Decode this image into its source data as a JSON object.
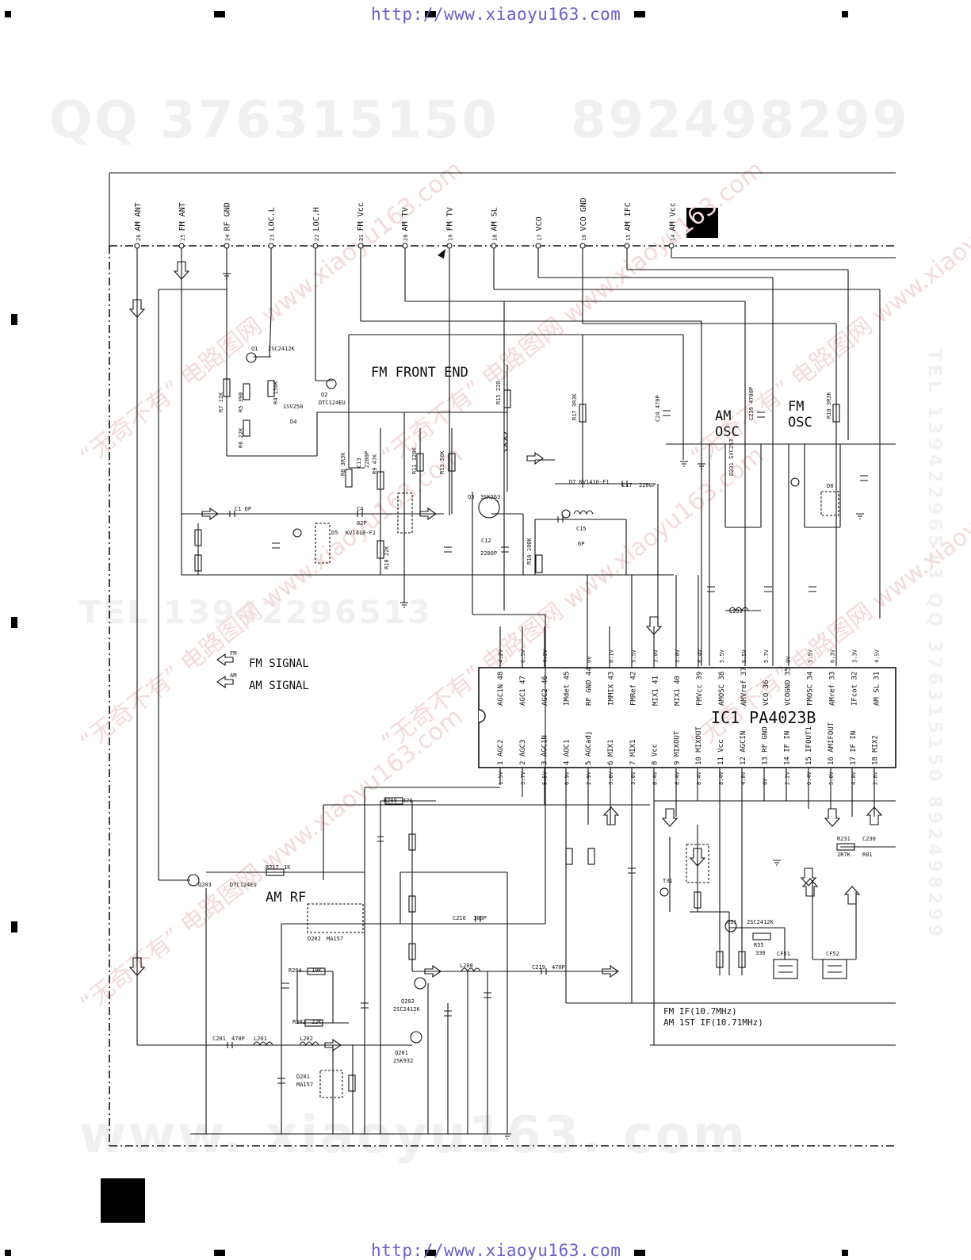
{
  "header_url": "http://www.xiaoyu163.com",
  "footer_url": "http://www.xiaoyu163.com",
  "watermarks": {
    "qq_left": "QQ 376315150",
    "qq_right": "892498299",
    "bottom": "www. xiaoyu163. com",
    "tel_mid": "TEL 13942296513",
    "side_right": "TEL 13942296513  QQ 376315150  892498299",
    "diag": "“无奇不有” 电路图网  www.xiaoyu163.com"
  },
  "connector_pins": [
    {
      "n": "26",
      "name": "AM ANT"
    },
    {
      "n": "25",
      "name": "FM ANT"
    },
    {
      "n": "24",
      "name": "RF GND"
    },
    {
      "n": "23",
      "name": "LOC.L"
    },
    {
      "n": "22",
      "name": "LOC.H"
    },
    {
      "n": "21",
      "name": "FM Vcc"
    },
    {
      "n": "20",
      "name": "AM TV"
    },
    {
      "n": "19",
      "name": "FM TV"
    },
    {
      "n": "18",
      "name": "AM SL"
    },
    {
      "n": "17",
      "name": "VCO"
    },
    {
      "n": "16",
      "name": "VCO GND"
    },
    {
      "n": "15",
      "name": "AM IFC"
    },
    {
      "n": "14",
      "name": "AM Vcc"
    }
  ],
  "blocks": {
    "fm_front_end": "FM FRONT END",
    "am_osc_1": "AM",
    "am_osc_2": "OSC",
    "fm_osc_1": "FM",
    "fm_osc_2": "OSC",
    "am_rf": "AM RF",
    "ic_label": "IC1 PA4023B"
  },
  "legend": {
    "fm_signal": "FM SIGNAL",
    "am_signal": "AM SIGNAL",
    "fm_tag": "FM",
    "am_tag": "AM"
  },
  "if_note": {
    "line1": "FM IF(10.7MHz)",
    "line2": "AM 1ST IF(10.71MHz)"
  },
  "ic_top_pins": [
    {
      "v": "4.2V",
      "n": "48",
      "name": "AGC1N"
    },
    {
      "v": "6.5V",
      "n": "47",
      "name": "AGC1"
    },
    {
      "v": "4.9V",
      "n": "46",
      "name": "AGC2"
    },
    {
      "v": "",
      "n": "45",
      "name": "IMdet"
    },
    {
      "v": "0V",
      "n": "44",
      "name": "RF GND"
    },
    {
      "v": "8.1V",
      "n": "43",
      "name": "IMMIX"
    },
    {
      "v": "5.5V",
      "n": "42",
      "name": "FMRef"
    },
    {
      "v": "3.0V",
      "n": "41",
      "name": "MIX1"
    },
    {
      "v": "3.0V",
      "n": "40",
      "name": "MIX1"
    },
    {
      "v": "8.4V",
      "n": "39",
      "name": "FMVcc"
    },
    {
      "v": "5.5V",
      "n": "38",
      "name": "AMOSC"
    },
    {
      "v": "5.5V",
      "n": "37",
      "name": "AMVref"
    },
    {
      "v": "5.7V",
      "n": "36",
      "name": "VCO"
    },
    {
      "v": "0V",
      "n": "35",
      "name": "VCOGND"
    },
    {
      "v": "5.5V",
      "n": "34",
      "name": "FMOSC"
    },
    {
      "v": "6.3V",
      "n": "33",
      "name": "AMref"
    },
    {
      "v": "3.3V",
      "n": "32",
      "name": "IFcot"
    },
    {
      "v": "4.5V",
      "n": "31",
      "name": "AM SL"
    }
  ],
  "ic_bottom_pins": [
    {
      "n": "1",
      "name": "AGC2",
      "v": "1.5V"
    },
    {
      "n": "2",
      "name": "AGC3",
      "v": "3.7V"
    },
    {
      "n": "3",
      "name": "AGC1N",
      "v": "5.5V"
    },
    {
      "n": "4",
      "name": "AOC1",
      "v": "0.9V"
    },
    {
      "n": "5",
      "name": "AGCadj",
      "v": "2.9V"
    },
    {
      "n": "6",
      "name": "MIX1",
      "v": "3.0V"
    },
    {
      "n": "7",
      "name": "MIX1",
      "v": "3.0V"
    },
    {
      "n": "8",
      "name": "Vcc",
      "v": "8.4V"
    },
    {
      "n": "9",
      "name": "MIXOUT",
      "v": "8.4V"
    },
    {
      "n": "10",
      "name": "MIXOUT",
      "v": "8.4V"
    },
    {
      "n": "11",
      "name": "Vcc",
      "v": "8.4V"
    },
    {
      "n": "12",
      "name": "AGCIN",
      "v": "4.0V"
    },
    {
      "n": "13",
      "name": "RF GND",
      "v": "0V"
    },
    {
      "n": "14",
      "name": "IF IN",
      "v": "2.2V"
    },
    {
      "n": "15",
      "name": "IFOUT1",
      "v": "6.4V"
    },
    {
      "n": "16",
      "name": "AMIFOUT",
      "v": "5.0V"
    },
    {
      "n": "17",
      "name": "IF IN",
      "v": "4.0V"
    },
    {
      "n": "18",
      "name": "MIX2",
      "v": "2.8V"
    }
  ],
  "parts": {
    "Q1": "Q1",
    "Q1_type": "2SC2412K",
    "Q2": "Q2",
    "Q2_type": "DTC124EU",
    "Q3": "Q3",
    "Q3_type": "3SK263",
    "D4": "1SV250",
    "D4_ref": "D4",
    "D5": "D5",
    "D5_type": "KV1410-F1",
    "D7": "D7 KV1410-F1",
    "Q203": "Q203",
    "Q203_type": "DTC124EU",
    "Q202": "Q202",
    "Q202_type": "2SC2412K",
    "Q201": "Q201",
    "Q201_type": "2SK932",
    "Q31": "Q31",
    "Q31_type": "2SC2412K",
    "D202": "D202",
    "D202_type": "MA157",
    "D201": "D201",
    "D201_type": "MA157",
    "CF51": "CF51",
    "CF52": "CF52",
    "T31": "T31",
    "L231": "L231",
    "D231": "D231 SVC253",
    "D8": "D8",
    "R217": "R217",
    "R217_v": "1K",
    "R209": "R209",
    "R209_v": "470",
    "R204": "R204",
    "R204_v": "10K",
    "R202": "R202",
    "R202_v": "22K",
    "C201": "C201",
    "C201_v": "470P",
    "L201": "L201",
    "L202": "L202",
    "C219": "C219",
    "C219_v": "470P",
    "C216": "C216",
    "C216_v": "100P",
    "L208": "L208",
    "C1": "C1 6P",
    "C4": "C4",
    "C4_v": "82P",
    "C17": "C17",
    "C17_v": "2200P",
    "C15": "C15",
    "C15_v": "6P",
    "C12": "C12",
    "C12_v": "2200P",
    "C13": "C13",
    "C13_v": "2200P",
    "R7": "R7 12K",
    "R5": "R5 390",
    "R4": "R4 150K",
    "R6": "R6 22K",
    "R8": "R8 3R3K",
    "R9": "R9 47K",
    "R10": "R10 22K",
    "R11": "R11 120K",
    "R13": "R13 56K",
    "R15": "R15 220",
    "R17": "R17 3R3K",
    "R18": "R18 3R3K",
    "R16": "R16 100K",
    "R55": "R55",
    "R55_v": "330",
    "R231": "R231",
    "R231_v": "2R7K",
    "C230": "C230",
    "C230_v": "R01",
    "C24": "C24 470P",
    "C239": "C239 4700P"
  }
}
